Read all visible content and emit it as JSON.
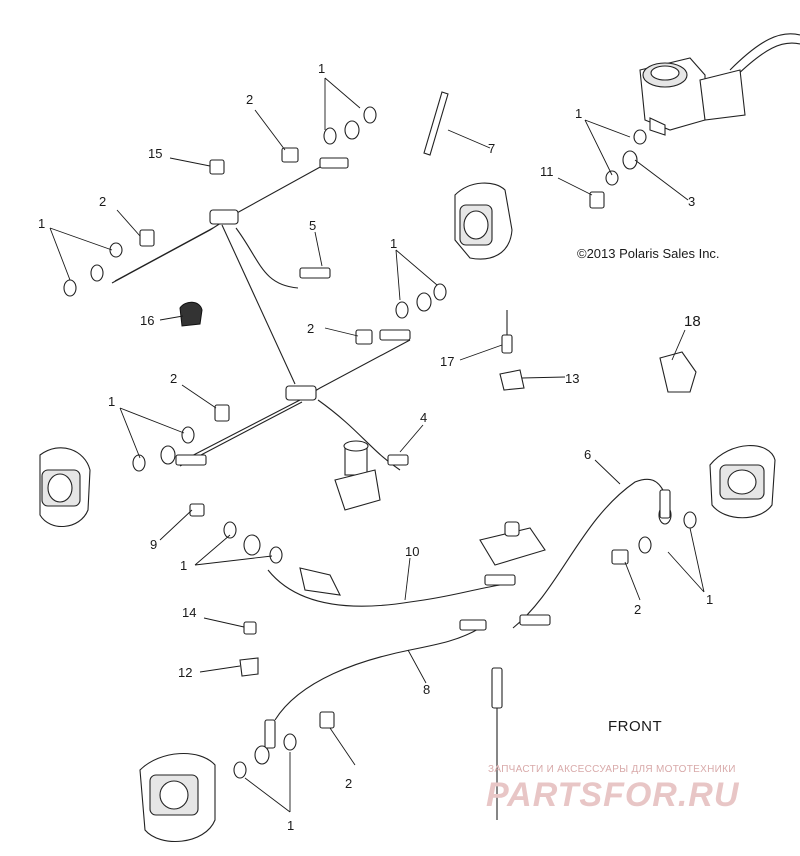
{
  "diagram": {
    "copyright": "©2013 Polaris Sales Inc.",
    "orientation_label": "FRONT",
    "callouts": {
      "n1": "1",
      "n2": "2",
      "n3": "3",
      "n4": "4",
      "n5": "5",
      "n6": "6",
      "n7": "7",
      "n8": "8",
      "n9": "9",
      "n10": "10",
      "n11": "11",
      "n12": "12",
      "n13": "13",
      "n14": "14",
      "n15": "15",
      "n16": "16",
      "n17": "17",
      "n18": "18"
    }
  },
  "watermark": {
    "tagline": "ЗАПЧАСТИ И АКСЕССУАРЫ ДЛЯ МОТОТЕХНИКИ",
    "brand": "PARTSFOR.RU"
  },
  "colors": {
    "ink": "#1a1a1a",
    "watermark": "#e8c6c6"
  }
}
